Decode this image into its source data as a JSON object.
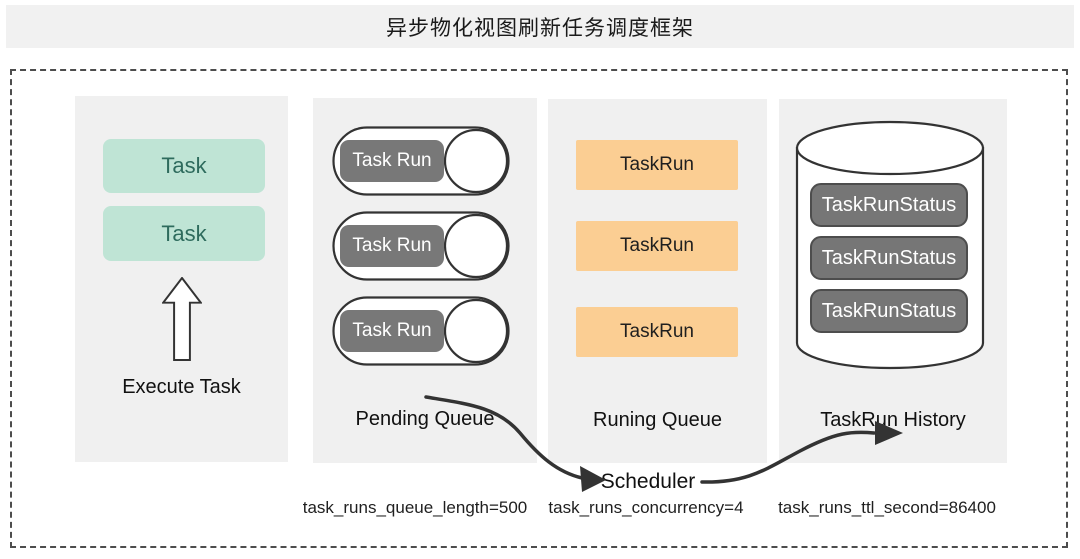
{
  "title": "异步物化视图刷新任务调度框架",
  "diagram": {
    "execute_panel": {
      "tasks": [
        "Task",
        "Task"
      ],
      "label": "Execute Task"
    },
    "pending_panel": {
      "items": [
        "Task Run",
        "Task Run",
        "Task Run"
      ],
      "label": "Pending Queue",
      "param": "task_runs_queue_length=500"
    },
    "running_panel": {
      "items": [
        "TaskRun",
        "TaskRun",
        "TaskRun"
      ],
      "label": "Runing Queue",
      "param": "task_runs_concurrency=4"
    },
    "history_panel": {
      "items": [
        "TaskRunStatus",
        "TaskRunStatus",
        "TaskRunStatus"
      ],
      "label": "TaskRun History",
      "param": "task_runs_ttl_second=86400"
    },
    "scheduler_label": "Scheduler"
  },
  "colors": {
    "header_bg": "#f1f1f1",
    "panel_bg": "#f0f0f0",
    "task_fill": "#bfe4d5",
    "task_text": "#2e6b5d",
    "taskrun_fill": "#fbce93",
    "pill_fill": "#787878",
    "status_fill": "#767676",
    "outline": "#333333"
  }
}
